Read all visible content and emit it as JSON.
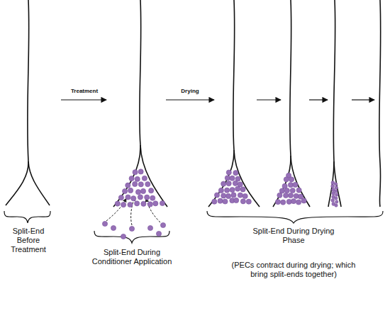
{
  "diagram": {
    "labels": [
      "Treatment",
      "Drying",
      "Split-End Before Treatment",
      "Split-End During Conditioner Application",
      "Split-End During Drying Phase",
      "(PECs contract during drying; which bring split-ends together)"
    ]
  }
}
